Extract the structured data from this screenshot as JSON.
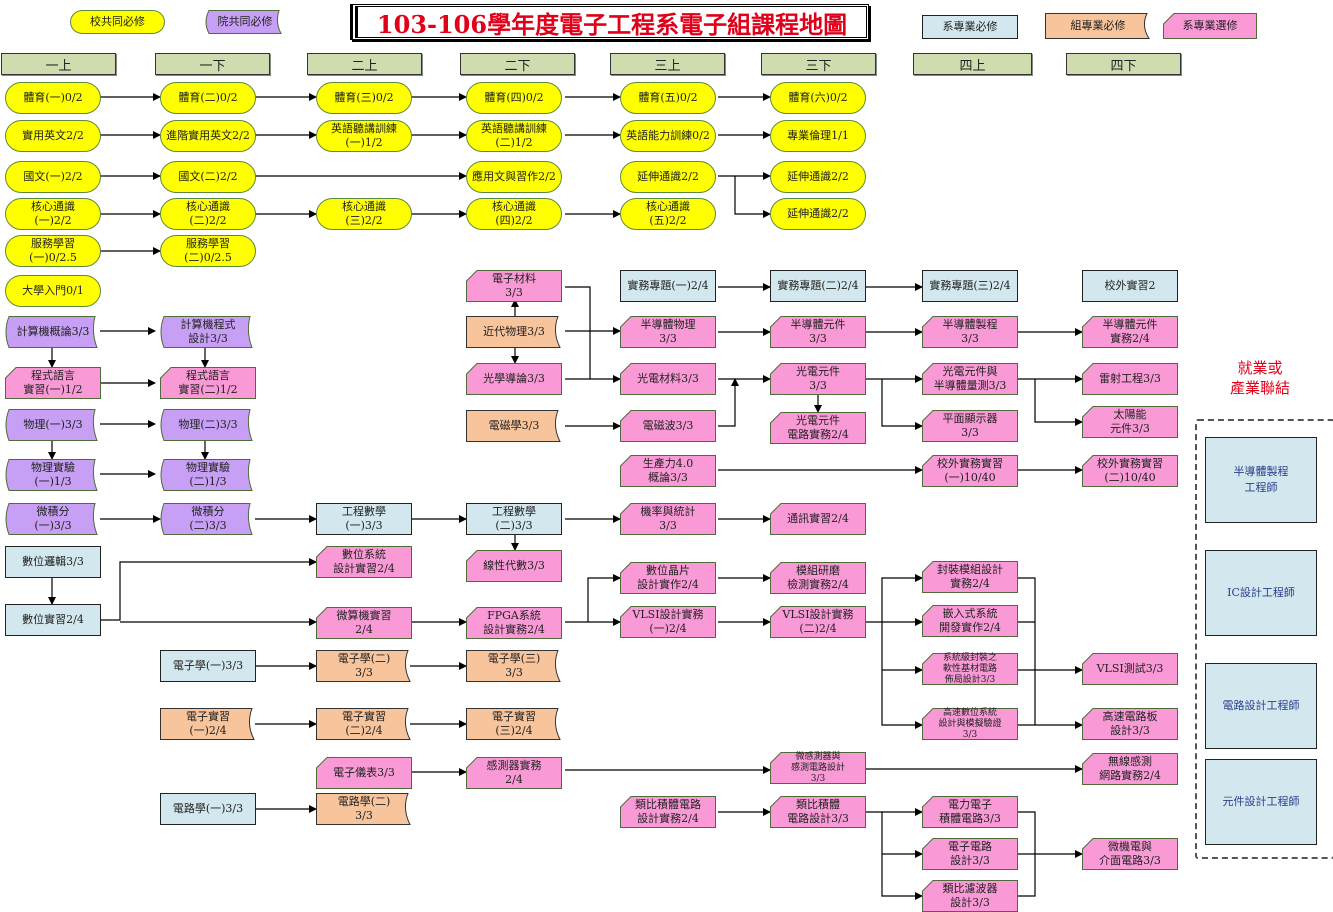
{
  "title": "103-106學年度電子工程系電子組課程地圖",
  "colors": {
    "yellow": "#ffff00",
    "purple": "#c7a0f5",
    "pink": "#f99ad6",
    "blue": "#d3e8ee",
    "orange": "#f8c49c",
    "title": "#e0001a"
  },
  "legend": [
    {
      "id": "lg1",
      "label": "校共同必修",
      "type": "yellow"
    },
    {
      "id": "lg2",
      "label": "院共同必修",
      "type": "purple"
    },
    {
      "id": "lg3",
      "label": "系專業必修",
      "type": "blue"
    },
    {
      "id": "lg4",
      "label": "組專業必修",
      "type": "orange"
    },
    {
      "id": "lg5",
      "label": "系專業選修",
      "type": "pink"
    }
  ],
  "semesters": [
    "一上",
    "一下",
    "二上",
    "二下",
    "三上",
    "三下",
    "四上",
    "四下"
  ],
  "courses": [
    {
      "id": "pe1",
      "label": "體育(一)0/2",
      "type": "yellow"
    },
    {
      "id": "pe2",
      "label": "體育(二)0/2",
      "type": "yellow"
    },
    {
      "id": "pe3",
      "label": "體育(三)0/2",
      "type": "yellow"
    },
    {
      "id": "pe4",
      "label": "體育(四)0/2",
      "type": "yellow"
    },
    {
      "id": "pe5",
      "label": "體育(五)0/2",
      "type": "yellow"
    },
    {
      "id": "pe6",
      "label": "體育(六)0/2",
      "type": "yellow"
    },
    {
      "id": "en1",
      "label": "實用英文2/2",
      "type": "yellow"
    },
    {
      "id": "en2",
      "label": "進階實用英文2/2",
      "type": "yellow"
    },
    {
      "id": "en3",
      "label": "英語聽講訓練\n(一)1/2",
      "type": "yellow"
    },
    {
      "id": "en4",
      "label": "英語聽講訓練\n(二)1/2",
      "type": "yellow"
    },
    {
      "id": "en5",
      "label": "英語能力訓練0/2",
      "type": "yellow"
    },
    {
      "id": "eth",
      "label": "專業倫理1/1",
      "type": "yellow"
    },
    {
      "id": "ch1",
      "label": "國文(一)2/2",
      "type": "yellow"
    },
    {
      "id": "ch2",
      "label": "國文(二)2/2",
      "type": "yellow"
    },
    {
      "id": "ch3",
      "label": "應用文與習作2/2",
      "type": "yellow"
    },
    {
      "id": "ex1",
      "label": "延伸通識2/2",
      "type": "yellow"
    },
    {
      "id": "ex2",
      "label": "延伸通識2/2",
      "type": "yellow"
    },
    {
      "id": "ex3",
      "label": "延伸通識2/2",
      "type": "yellow"
    },
    {
      "id": "co1",
      "label": "核心通識\n(一)2/2",
      "type": "yellow"
    },
    {
      "id": "co2",
      "label": "核心通識\n(二)2/2",
      "type": "yellow"
    },
    {
      "id": "co3",
      "label": "核心通識\n(三)2/2",
      "type": "yellow"
    },
    {
      "id": "co4",
      "label": "核心通識\n(四)2/2",
      "type": "yellow"
    },
    {
      "id": "co5",
      "label": "核心通識\n(五)2/2",
      "type": "yellow"
    },
    {
      "id": "sv1",
      "label": "服務學習\n(一)0/2.5",
      "type": "yellow"
    },
    {
      "id": "sv2",
      "label": "服務學習\n(二)0/2.5",
      "type": "yellow"
    },
    {
      "id": "uni",
      "label": "大學入門0/1",
      "type": "yellow"
    },
    {
      "id": "cs1",
      "label": "計算機概論3/3",
      "type": "purple"
    },
    {
      "id": "cs2",
      "label": "計算機程式\n設計3/3",
      "type": "purple"
    },
    {
      "id": "pl1",
      "label": "程式語言\n實習(一)1/2",
      "type": "pink"
    },
    {
      "id": "pl2",
      "label": "程式語言\n實習(二)1/2",
      "type": "pink"
    },
    {
      "id": "ph1",
      "label": "物理(一)3/3",
      "type": "purple"
    },
    {
      "id": "ph2",
      "label": "物理(二)3/3",
      "type": "purple"
    },
    {
      "id": "px1",
      "label": "物理實驗\n(一)1/3",
      "type": "purple"
    },
    {
      "id": "px2",
      "label": "物理實驗\n(二)1/3",
      "type": "purple"
    },
    {
      "id": "ca1",
      "label": "微積分\n(一)3/3",
      "type": "purple"
    },
    {
      "id": "ca2",
      "label": "微積分\n(二)3/3",
      "type": "purple"
    },
    {
      "id": "em1",
      "label": "工程數學\n(一)3/3",
      "type": "blue"
    },
    {
      "id": "em2",
      "label": "工程數學\n(二)3/3",
      "type": "blue"
    },
    {
      "id": "dl",
      "label": "數位邏輯3/3",
      "type": "blue"
    },
    {
      "id": "dsl",
      "label": "數位系統\n設計實習2/4",
      "type": "pink"
    },
    {
      "id": "la",
      "label": "線性代數3/3",
      "type": "pink"
    },
    {
      "id": "dlab",
      "label": "數位實習2/4",
      "type": "blue"
    },
    {
      "id": "mcu",
      "label": "微算機實習\n2/4",
      "type": "pink"
    },
    {
      "id": "fpga",
      "label": "FPGA系統\n設計實務2/4",
      "type": "pink"
    },
    {
      "id": "el1",
      "label": "電子學(一)3/3",
      "type": "blue"
    },
    {
      "id": "el2",
      "label": "電子學(二)\n3/3",
      "type": "orange"
    },
    {
      "id": "el3",
      "label": "電子學(三)\n3/3",
      "type": "orange"
    },
    {
      "id": "ex_1",
      "label": "電子實習\n(一)2/4",
      "type": "orange"
    },
    {
      "id": "ex_2",
      "label": "電子實習\n(二)2/4",
      "type": "orange"
    },
    {
      "id": "ex_3",
      "label": "電子實習\n(三)2/4",
      "type": "orange"
    },
    {
      "id": "inst",
      "label": "電子儀表3/3",
      "type": "pink"
    },
    {
      "id": "sens",
      "label": "感測器實務\n2/4",
      "type": "pink"
    },
    {
      "id": "ci1",
      "label": "電路學(一)3/3",
      "type": "blue"
    },
    {
      "id": "ci2",
      "label": "電路學(二)\n3/3",
      "type": "orange"
    },
    {
      "id": "emat",
      "label": "電子材料\n3/3",
      "type": "pink"
    },
    {
      "id": "mph",
      "label": "近代物理3/3",
      "type": "orange"
    },
    {
      "id": "opt",
      "label": "光學導論3/3",
      "type": "pink"
    },
    {
      "id": "emag",
      "label": "電磁學3/3",
      "type": "orange"
    },
    {
      "id": "pj1",
      "label": "實務專題(一)2/4",
      "type": "blue"
    },
    {
      "id": "pj2",
      "label": "實務專題(二)2/4",
      "type": "blue"
    },
    {
      "id": "pj3",
      "label": "實務專題(三)2/4",
      "type": "blue"
    },
    {
      "id": "intern",
      "label": "校外實習2",
      "type": "blue"
    },
    {
      "id": "sc1",
      "label": "半導體物理\n3/3",
      "type": "pink"
    },
    {
      "id": "sc2",
      "label": "半導體元件\n3/3",
      "type": "pink"
    },
    {
      "id": "sc3",
      "label": "半導體製程\n3/3",
      "type": "pink"
    },
    {
      "id": "sc4",
      "label": "半導體元件\n實務2/4",
      "type": "pink"
    },
    {
      "id": "oe1",
      "label": "光電材料3/3",
      "type": "pink"
    },
    {
      "id": "oe2",
      "label": "光電元件\n3/3",
      "type": "pink"
    },
    {
      "id": "oe3",
      "label": "光電元件與\n半導體量測3/3",
      "type": "pink"
    },
    {
      "id": "laser",
      "label": "雷射工程3/3",
      "type": "pink"
    },
    {
      "id": "emw",
      "label": "電磁波3/3",
      "type": "pink"
    },
    {
      "id": "oec",
      "label": "光電元件\n電路實務2/4",
      "type": "pink"
    },
    {
      "id": "fpd",
      "label": "平面顯示器\n3/3",
      "type": "pink"
    },
    {
      "id": "solar",
      "label": "太陽能\n元件3/3",
      "type": "pink"
    },
    {
      "id": "i40",
      "label": "生產力4.0\n概論3/3",
      "type": "pink"
    },
    {
      "id": "ip1",
      "label": "校外實務實習\n(一)10/40",
      "type": "pink"
    },
    {
      "id": "ip2",
      "label": "校外實務實習\n(二)10/40",
      "type": "pink"
    },
    {
      "id": "prob",
      "label": "機率與統計\n3/3",
      "type": "pink"
    },
    {
      "id": "comm",
      "label": "通訊實習2/4",
      "type": "pink"
    },
    {
      "id": "chip",
      "label": "數位晶片\n設計實作2/4",
      "type": "pink"
    },
    {
      "id": "grind",
      "label": "模組研磨\n檢測實務2/4",
      "type": "pink"
    },
    {
      "id": "pkg",
      "label": "封裝模組設計\n實務2/4",
      "type": "pink"
    },
    {
      "id": "vl1",
      "label": "VLSI設計實務\n(一)2/4",
      "type": "pink"
    },
    {
      "id": "vl2",
      "label": "VLSI設計實務\n(二)2/4",
      "type": "pink"
    },
    {
      "id": "emb",
      "label": "嵌入式系統\n開發實作2/4",
      "type": "pink"
    },
    {
      "id": "sip",
      "label": "系統級封裝之\n軟性基材電路\n佈局設計3/3",
      "type": "pink",
      "small": true
    },
    {
      "id": "vlt",
      "label": "VLSI測試3/3",
      "type": "pink"
    },
    {
      "id": "hsd",
      "label": "高速數位系統\n設計與模擬驗證\n3/3",
      "type": "pink",
      "small": true
    },
    {
      "id": "pcb",
      "label": "高速電路板\n設計3/3",
      "type": "pink"
    },
    {
      "id": "msen",
      "label": "微感測器與\n感測電路設計\n3/3",
      "type": "pink",
      "small": true
    },
    {
      "id": "wsn",
      "label": "無線感測\n網路實務2/4",
      "type": "pink"
    },
    {
      "id": "aicp",
      "label": "類比積體電路\n設計實務2/4",
      "type": "pink"
    },
    {
      "id": "aic",
      "label": "類比積體\n電路設計3/3",
      "type": "pink"
    },
    {
      "id": "pe_ic",
      "label": "電力電子\n積體電路3/3",
      "type": "pink"
    },
    {
      "id": "ecd",
      "label": "電子電路\n設計3/3",
      "type": "pink"
    },
    {
      "id": "filt",
      "label": "類比濾波器\n設計3/3",
      "type": "pink"
    },
    {
      "id": "mems",
      "label": "微機電與\n介面電路3/3",
      "type": "pink"
    }
  ],
  "career": {
    "title": "就業或\n產業聯結",
    "jobs": [
      "半導體製程\n工程師",
      "IC設計工程師",
      "電路設計工程師",
      "元件設計工程師"
    ]
  }
}
